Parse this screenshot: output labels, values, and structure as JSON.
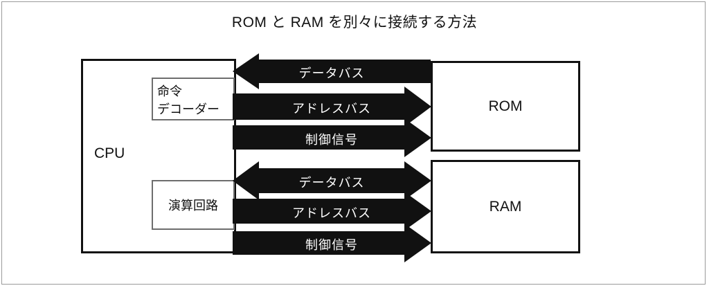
{
  "title": "ROM と RAM を別々に接続する方法",
  "cpu": {
    "label": "CPU",
    "blocks": [
      {
        "name": "instruction-decoder",
        "line1": "命令",
        "line2": "デコーダー"
      },
      {
        "name": "arithmetic-circuit",
        "line1": "演算回路"
      }
    ]
  },
  "memories": [
    {
      "name": "rom",
      "label": "ROM"
    },
    {
      "name": "ram",
      "label": "RAM"
    }
  ],
  "buses": [
    {
      "id": "rom-data-bus",
      "label": "データバス",
      "direction": "left",
      "target": "ROM"
    },
    {
      "id": "rom-address-bus",
      "label": "アドレスバス",
      "direction": "right",
      "target": "ROM"
    },
    {
      "id": "rom-control-bus",
      "label": "制御信号",
      "direction": "right",
      "target": "ROM"
    },
    {
      "id": "ram-data-bus",
      "label": "データバス",
      "direction": "both",
      "target": "RAM"
    },
    {
      "id": "ram-address-bus",
      "label": "アドレスバス",
      "direction": "right",
      "target": "RAM"
    },
    {
      "id": "ram-control-bus",
      "label": "制御信号",
      "direction": "right",
      "target": "RAM"
    }
  ],
  "colors": {
    "ink": "#111111",
    "arrow_fill": "#111111",
    "arrow_text": "#ffffff",
    "frame": "#9a9a9a",
    "subbox_border": "#6d6d6d",
    "background": "#ffffff"
  }
}
